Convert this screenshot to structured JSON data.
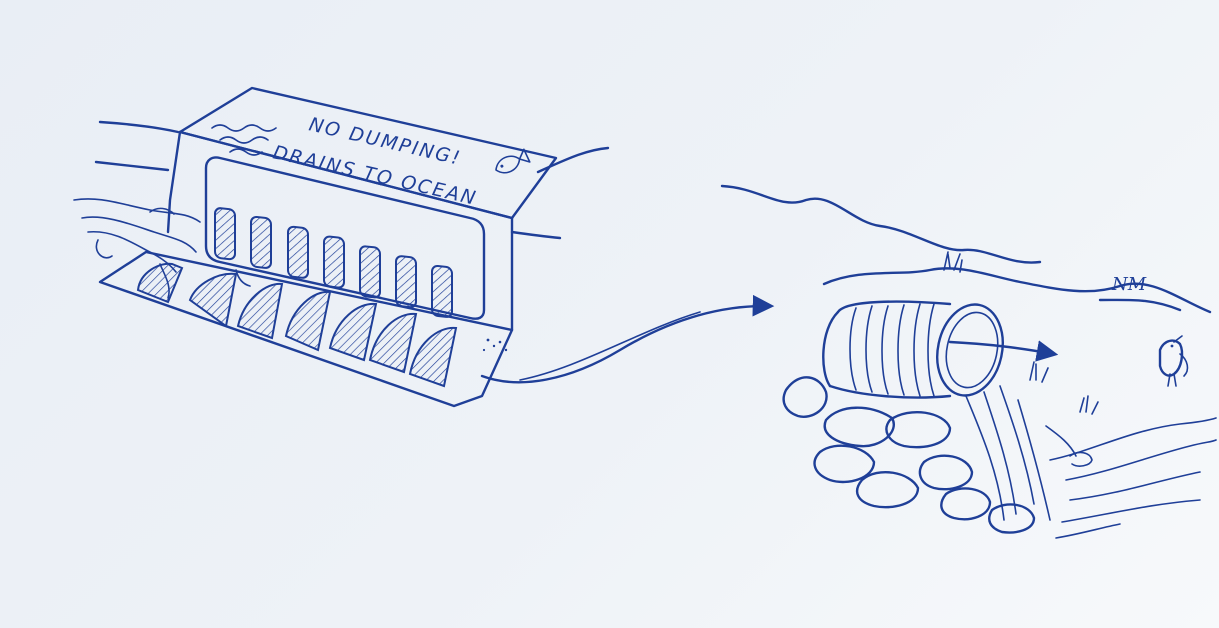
{
  "colors": {
    "ink": "#1f3f98",
    "background": "#eaeff5"
  },
  "sign": {
    "line1": "NO DUMPING!",
    "line2": "DRAINS TO OCEAN"
  },
  "artist_initials": "NM",
  "icons": [
    "fish-icon",
    "water-waves-icon",
    "flow-arrow-icon",
    "bird-icon"
  ]
}
